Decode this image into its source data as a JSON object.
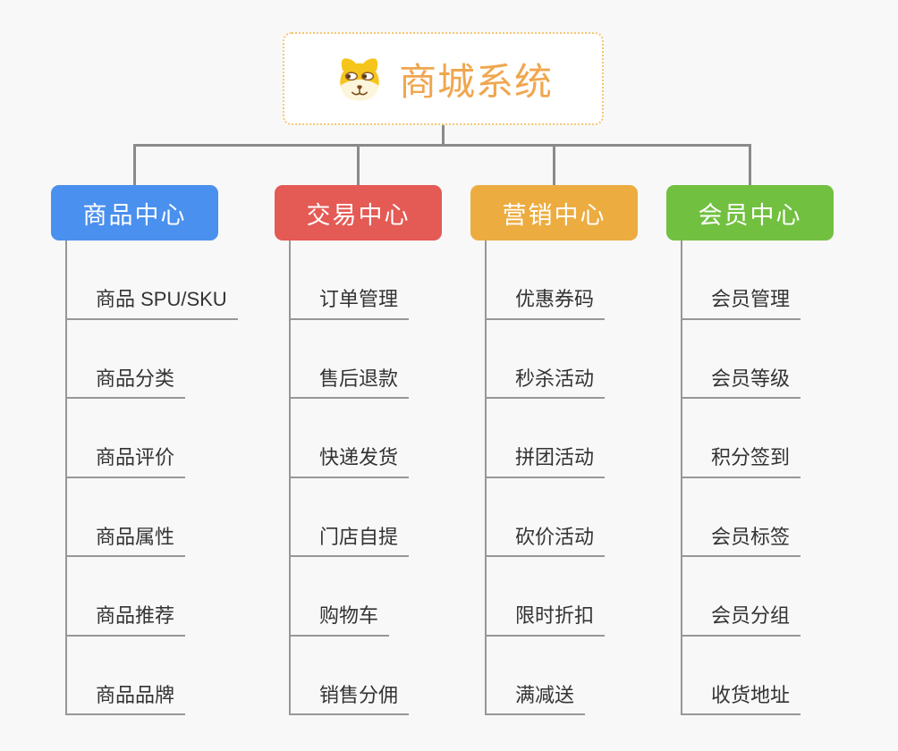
{
  "canvas": {
    "background": "#f8f8f8"
  },
  "root": {
    "title": "商城系统",
    "icon": "dog-face-icon",
    "title_color": "#f0a64e",
    "border_color": "#f5c573"
  },
  "branches": [
    {
      "label": "商品中心",
      "color": "#4a90ee",
      "children": [
        "商品 SPU/SKU",
        "商品分类",
        "商品评价",
        "商品属性",
        "商品推荐",
        "商品品牌"
      ]
    },
    {
      "label": "交易中心",
      "color": "#e45a55",
      "children": [
        "订单管理",
        "售后退款",
        "快递发货",
        "门店自提",
        "购物车",
        "销售分佣"
      ]
    },
    {
      "label": "营销中心",
      "color": "#ecac40",
      "children": [
        "优惠券码",
        "秒杀活动",
        "拼团活动",
        "砍价活动",
        "限时折扣",
        "满减送"
      ]
    },
    {
      "label": "会员中心",
      "color": "#72c040",
      "children": [
        "会员管理",
        "会员等级",
        "积分签到",
        "会员标签",
        "会员分组",
        "收货地址"
      ]
    }
  ],
  "colors": {
    "connector": "#8a8a8a",
    "leaf_line": "#979797",
    "leaf_text": "#333333"
  }
}
